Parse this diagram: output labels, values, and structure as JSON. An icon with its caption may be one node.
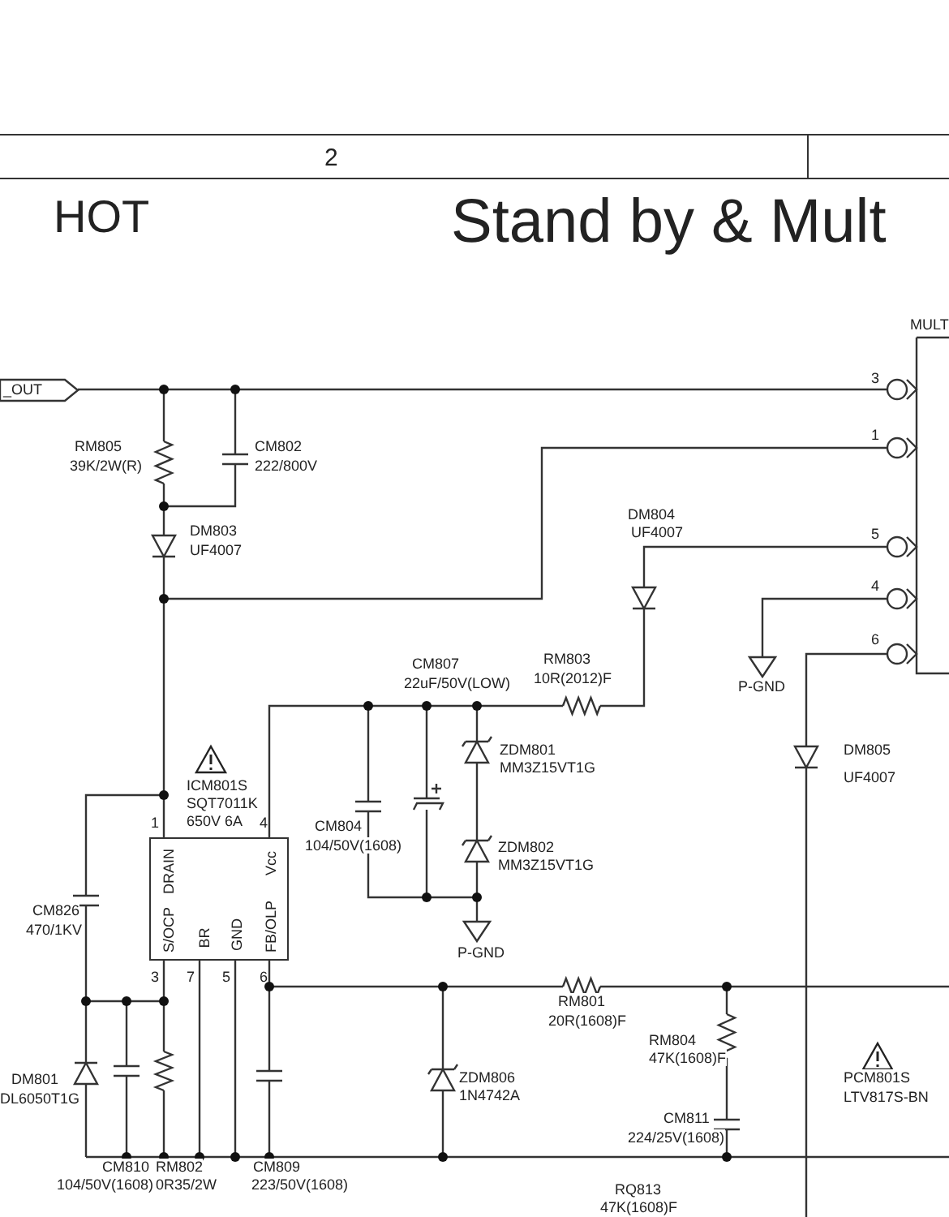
{
  "diagram": {
    "title": "Stand by & Mult",
    "nodes": [
      {
        "text": [
          "_OUT"
        ]
      },
      {
        "text": [
          "DRAIN",
          "Vcc",
          "S/OCP",
          "BR",
          "GND",
          "FB/OLP"
        ],
        "beside": [
          "ICM801S",
          "SQT7011K",
          "650V 6A",
          "1",
          "4",
          "3",
          "7",
          "5",
          "6"
        ]
      }
    ],
    "labels": [
      "2",
      "HOT",
      "MULT",
      "3",
      "1",
      "RM805",
      "39K/2W(R)",
      "CM802",
      "222/800V",
      "DM804",
      "DM803",
      "UF4007",
      "UF4007",
      "5",
      "4",
      "6",
      "CM807",
      "22uF/50V(LOW)",
      "RM803",
      "10R(2012)F",
      "P-GND",
      "ZDM801",
      "MM3Z15VT1G",
      "DM805",
      "UF4007",
      "CM804",
      "104/50V(1608)",
      "ZDM802",
      "MM3Z15VT1G",
      "CM826",
      "470/1KV",
      "P-GND",
      "RM801",
      "20R(1608)F",
      "RM804",
      "47K(1608)F",
      "PCM801S",
      "LTV817S-BN",
      "ZDM806",
      "1N4742A",
      "DM801",
      "DL6050T1G",
      "CM811",
      "224/25V(1608)",
      "CM810",
      "104/50V(1608)",
      "RM802",
      "0R35/2W",
      "CM809",
      "223/50V(1608)",
      "RQ813",
      "47K(1608)F"
    ]
  }
}
